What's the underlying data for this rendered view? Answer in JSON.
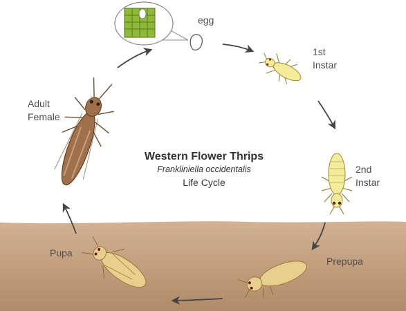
{
  "title": "Western Flower Thrips",
  "species": "Frankliniella occidentalis",
  "subtitle": "Life Cycle",
  "stages": {
    "egg": "egg",
    "first_instar": [
      "1st",
      "Instar"
    ],
    "second_instar": [
      "2nd",
      "Instar"
    ],
    "prepupa": "Prepupa",
    "pupa": "Pupa",
    "adult_female": [
      "Adult",
      "Female"
    ]
  },
  "colors": {
    "soil_top": "#d1ae8f",
    "soil_bottom": "#b38f6e",
    "larva": "#f3ec9a",
    "pupa": "#e9cf8f",
    "adult": "#a0704b",
    "leaf": "#8fb93a",
    "arrow": "#444444"
  }
}
